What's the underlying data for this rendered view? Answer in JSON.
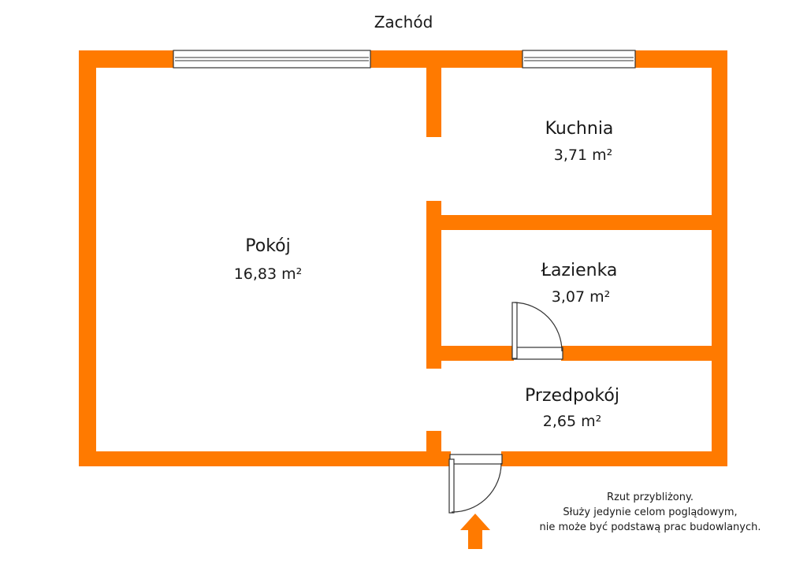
{
  "compass": {
    "label": "Zachód"
  },
  "rooms": [
    {
      "id": "pokoj",
      "name": "Pokój",
      "area": "16,83 m²"
    },
    {
      "id": "kuchnia",
      "name": "Kuchnia",
      "area": "3,71 m²"
    },
    {
      "id": "lazienka",
      "name": "Łazienka",
      "area": "3,07 m²"
    },
    {
      "id": "przedpokoj",
      "name": "Przedpokój",
      "area": "2,65 m²"
    }
  ],
  "disclaimer": {
    "line1": "Rzut przybliżony.",
    "line2": "Służy jedynie celom poglądowym,",
    "line3": "nie może być podstawą prac budowlanych."
  },
  "colors": {
    "wall": "#ff7a00",
    "entrance_arrow": "#ff7a00",
    "background": "#ffffff"
  },
  "icons": {
    "entrance": "arrow-up-icon"
  }
}
